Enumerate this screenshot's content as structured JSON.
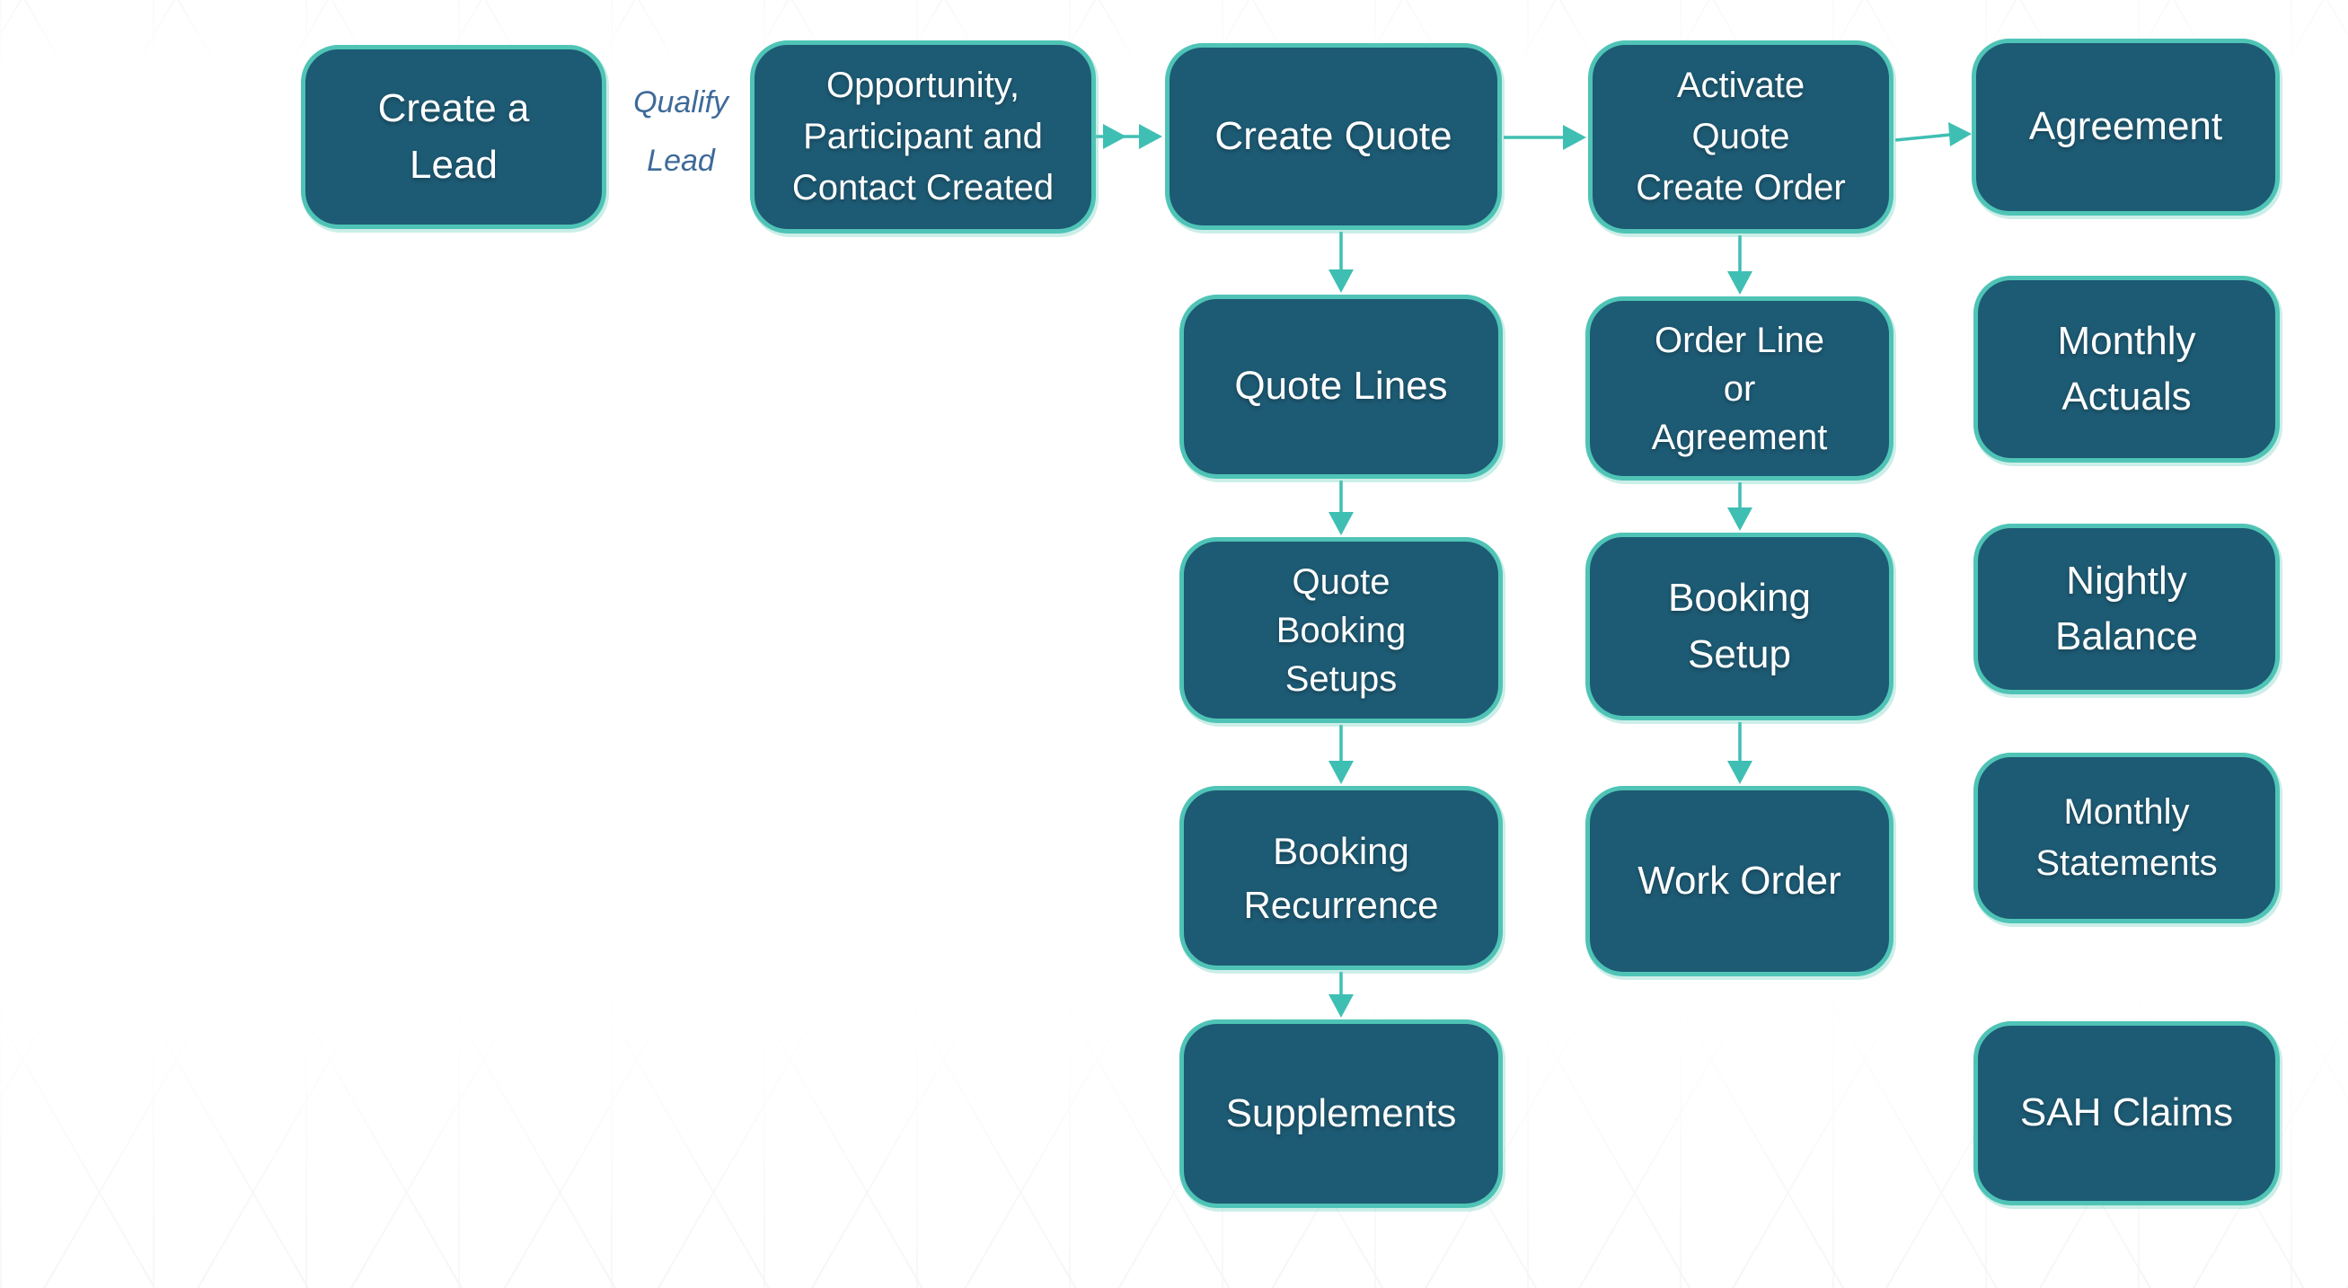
{
  "colors": {
    "node_fill": "#1d5a73",
    "node_border": "#4fc4b6",
    "arrow": "#3fbfb3",
    "qualify_text": "#3e6a99"
  },
  "qualify_label": "Qualify\nLead",
  "nodes": {
    "create_lead": "Create a\nLead",
    "opportunity": "Opportunity,\nParticipant and\nContact Created",
    "create_quote": "Create Quote",
    "activate_quote": "Activate\nQuote\nCreate Order",
    "agreement": "Agreement",
    "quote_lines": "Quote Lines",
    "quote_booking_setups": "Quote\nBooking\nSetups",
    "booking_recurrence": "Booking\nRecurrence",
    "supplements": "Supplements",
    "order_line": "Order Line\nor\nAgreement",
    "booking_setup": "Booking\nSetup",
    "work_order": "Work Order",
    "monthly_actuals": "Monthly\nActuals",
    "nightly_balance": "Nightly\nBalance",
    "monthly_statements": "Monthly\nStatements",
    "sah_claims": "SAH Claims"
  }
}
